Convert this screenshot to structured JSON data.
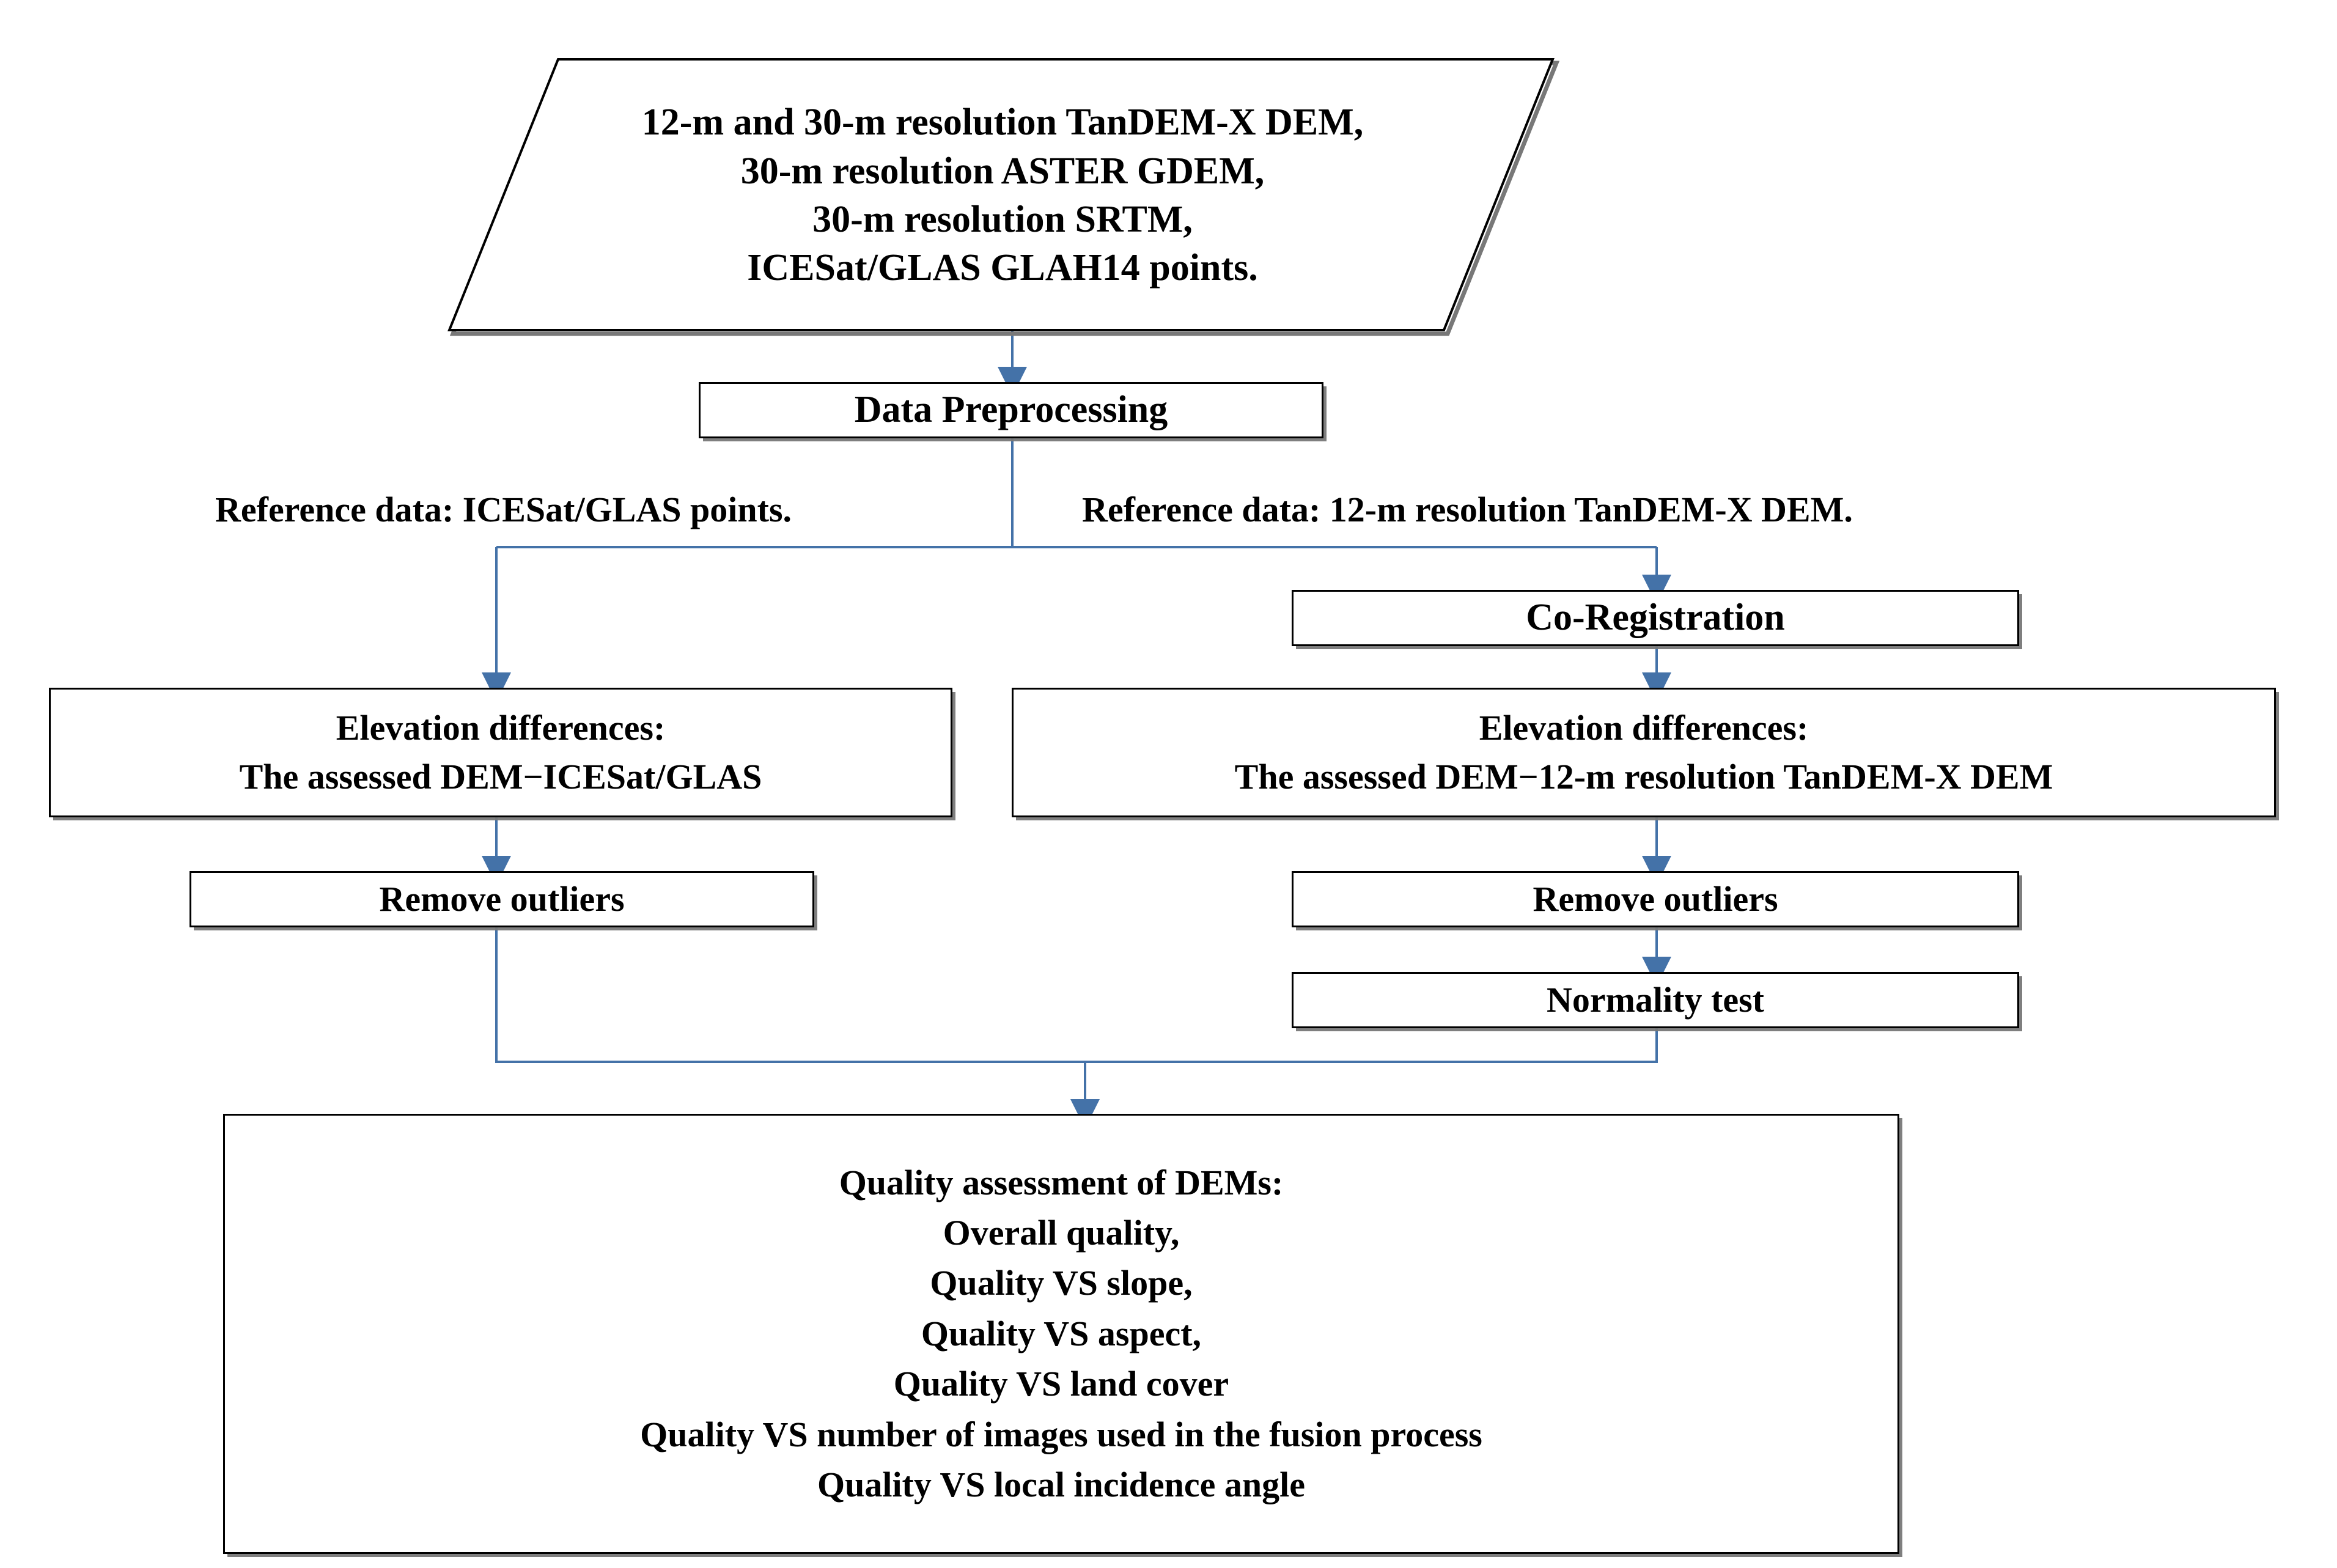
{
  "diagram": {
    "title": "DEM quality assessment workflow",
    "accent_color": "#4472A8",
    "node_border_color": "#000000",
    "shadow_color": "#787878",
    "background": "#FFFFFF"
  },
  "nodes": {
    "input_data": {
      "shape": "parallelogram",
      "text": "12-m and 30-m resolution TanDEM-X DEM,\n30-m resolution ASTER GDEM,\n30-m resolution SRTM,\nICESat/GLAS GLAH14 points."
    },
    "preprocessing": {
      "shape": "process",
      "text": "Data Preprocessing"
    },
    "co_registration": {
      "shape": "process",
      "text": "Co-Registration"
    },
    "elevation_diff_left": {
      "shape": "process",
      "text": "Elevation differences:\nThe assessed DEM−ICESat/GLAS"
    },
    "elevation_diff_right": {
      "shape": "process",
      "text": "Elevation differences:\nThe assessed DEM−12-m resolution TanDEM-X DEM"
    },
    "remove_outliers_left": {
      "shape": "process",
      "text": "Remove outliers"
    },
    "remove_outliers_right": {
      "shape": "process",
      "text": "Remove outliers"
    },
    "normality_test": {
      "shape": "process",
      "text": "Normality test"
    },
    "quality_assessment": {
      "shape": "process",
      "text": "Quality assessment of DEMs:\nOverall quality,\nQuality VS slope,\nQuality VS aspect,\nQuality VS land cover\nQuality VS number of images used in the fusion process\nQuality VS local incidence angle"
    }
  },
  "branch_labels": {
    "left": "Reference data: ICESat/GLAS points.",
    "right": "Reference data: 12-m resolution TanDEM-X DEM."
  }
}
